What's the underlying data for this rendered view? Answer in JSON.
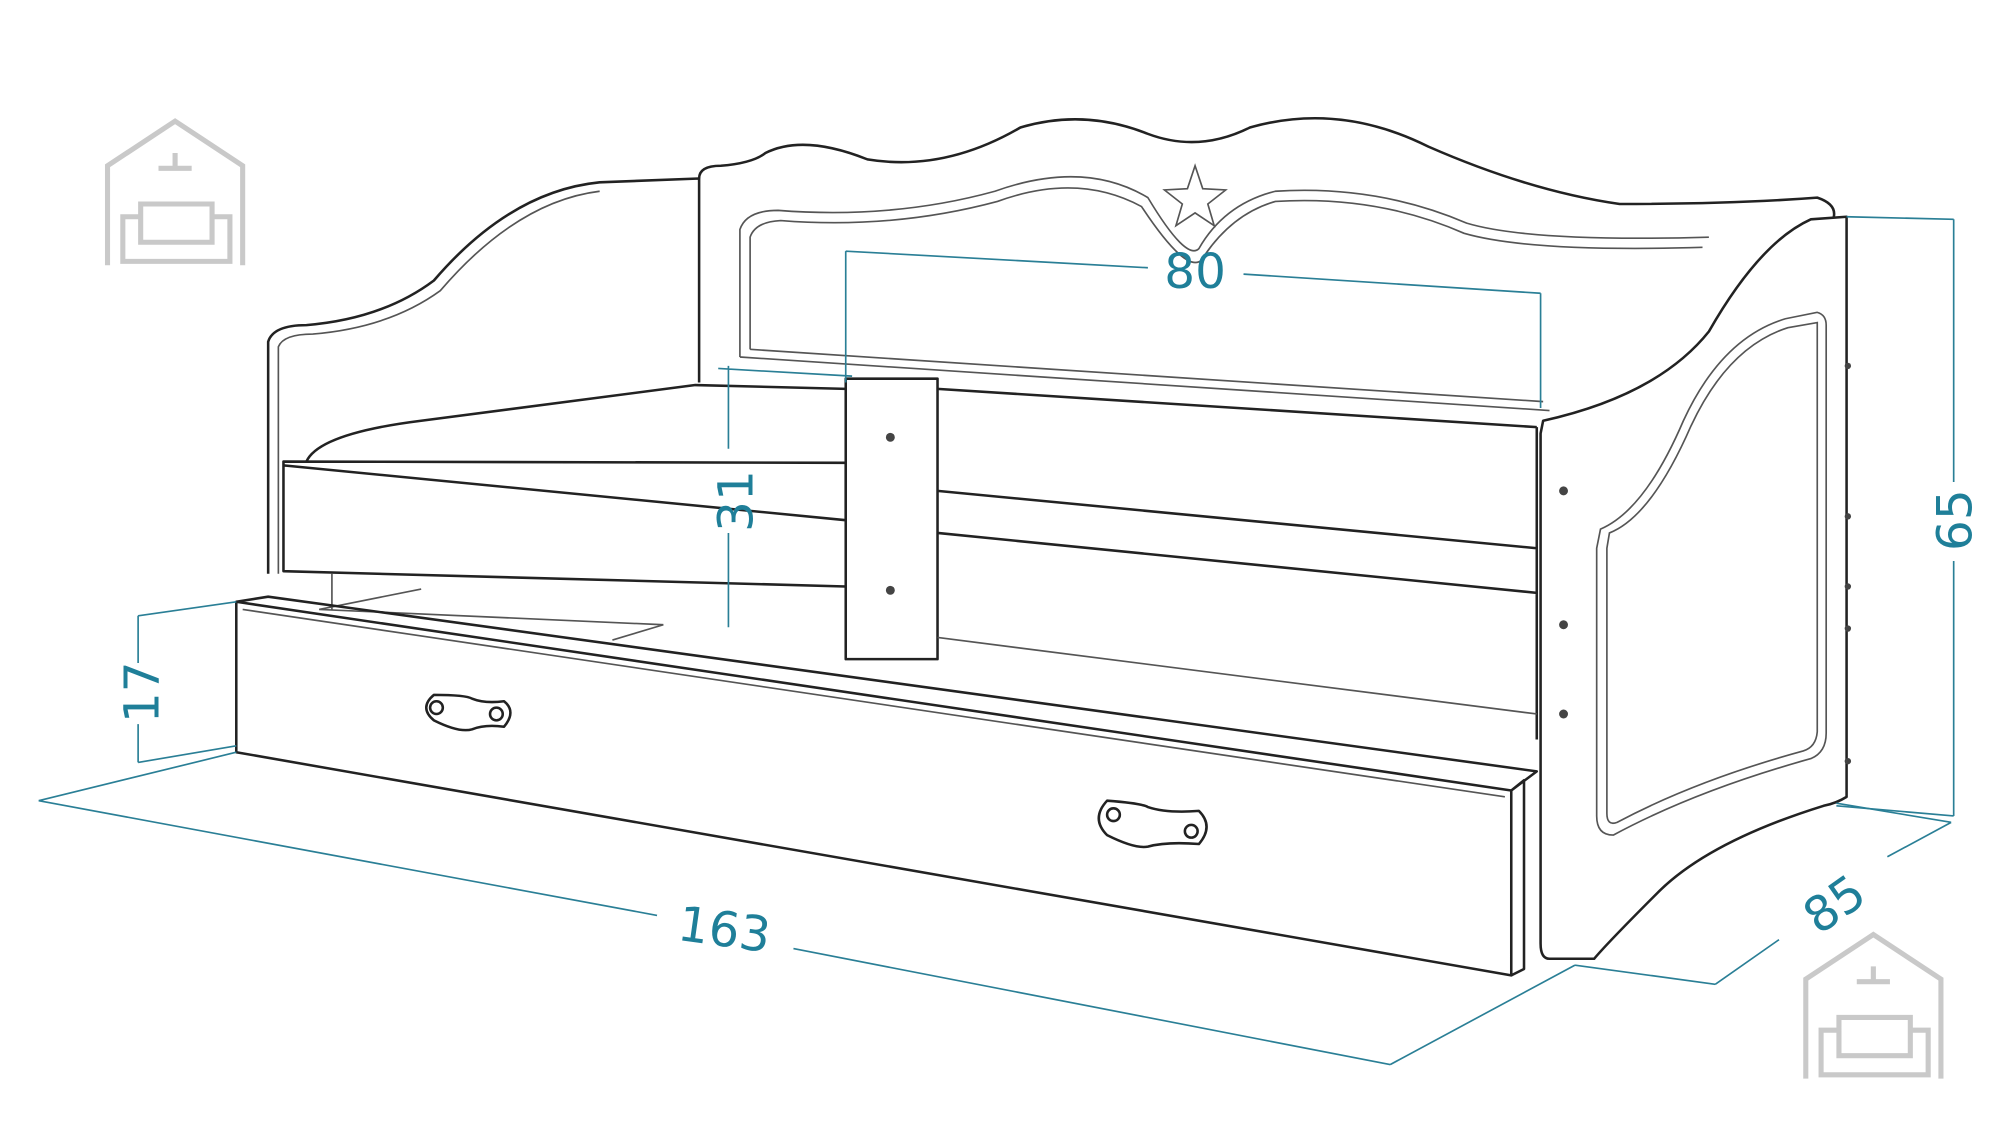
{
  "dimensions": {
    "inner_width": "80",
    "rail_height": "31",
    "drawer_height": "17",
    "total_length": "163",
    "depth": "85",
    "total_height": "65"
  },
  "colors": {
    "dimension": "#1f7f99",
    "line": "#222222",
    "logo": "#c9c9c9"
  },
  "icons": [
    "house-sofa-logo"
  ]
}
